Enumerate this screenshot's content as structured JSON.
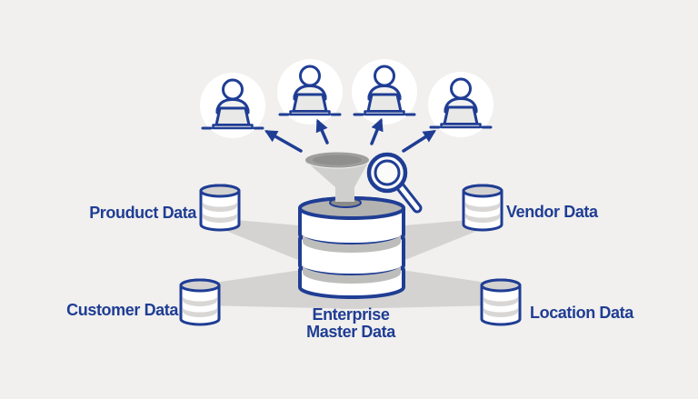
{
  "diagram": {
    "title": "master data consolidation illustration",
    "center": {
      "icon": "enterprise-database-icon",
      "label_line1": "Enterprise",
      "label_line2": "Master Data"
    },
    "sources": [
      {
        "id": "product",
        "label": "Prouduct Data",
        "icon": "database-icon",
        "position": "upper-left"
      },
      {
        "id": "vendor",
        "label": "Vendor Data",
        "icon": "database-icon",
        "position": "upper-right"
      },
      {
        "id": "customer",
        "label": "Customer Data",
        "icon": "database-icon",
        "position": "lower-left"
      },
      {
        "id": "location",
        "label": "Location Data",
        "icon": "database-icon",
        "position": "lower-right"
      }
    ],
    "consumers": {
      "count": 4,
      "icon": "person-at-laptop-icon"
    },
    "overlays": {
      "funnel": "funnel-icon",
      "magnifier": "magnifier-icon",
      "arrow_count": 4
    },
    "colors": {
      "background": "#f1f0ee",
      "accent_blue": "#1f3d94",
      "beam_gray": "#d4d3d1",
      "cylinder_top_gray": "#b3b3b1",
      "hole_gray": "#8a8a88",
      "funnel_gray": "#9e9e9c",
      "cone_gray": "#cfcfcd",
      "laptop_fill": "#e9e9e7",
      "white": "#ffffff"
    }
  }
}
